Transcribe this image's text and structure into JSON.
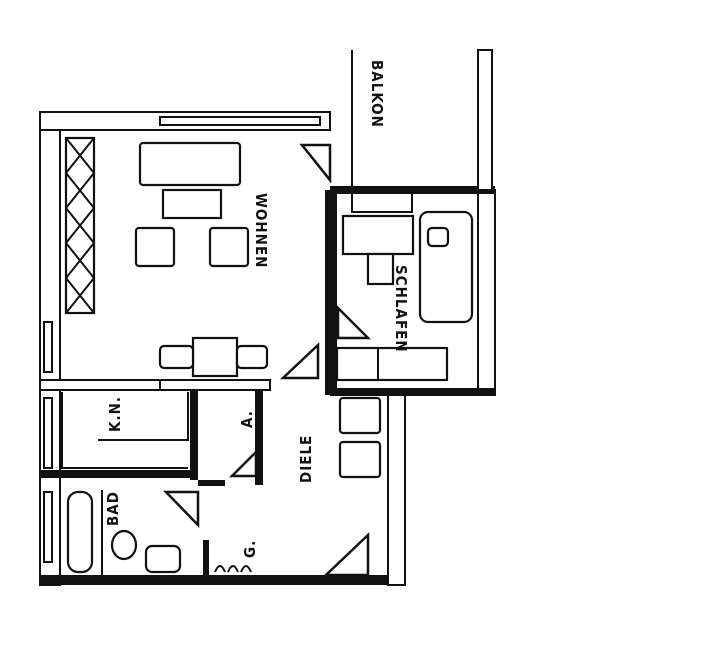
{
  "rooms": {
    "balcony": "BALKON",
    "living": "WOHNEN",
    "bedroom": "SCHLAFEN",
    "kitchen_niche": "K.N.",
    "storage": "A.",
    "hall": "DIELE",
    "bath": "BAD",
    "wardrobe": "G."
  }
}
